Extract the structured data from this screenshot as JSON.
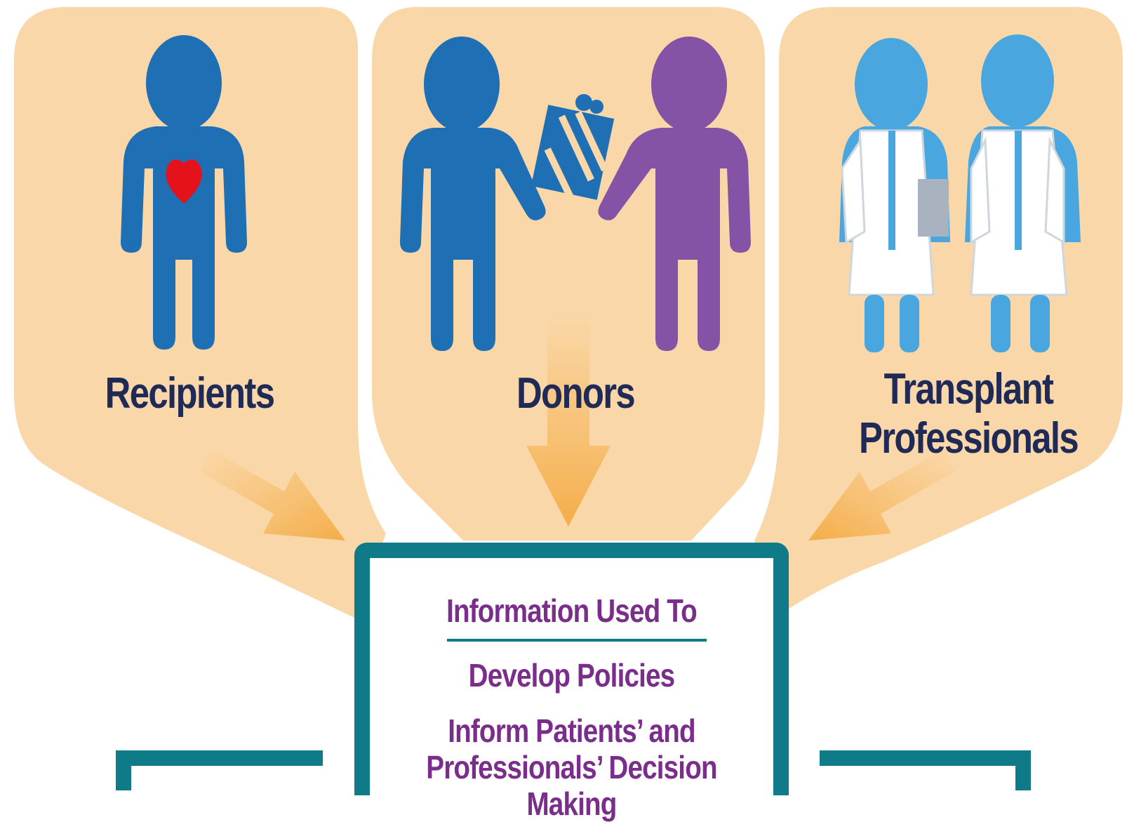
{
  "groups": {
    "recipients": "Recipients",
    "donors": "Donors",
    "transplant_line1": "Transplant",
    "transplant_line2": "Professionals"
  },
  "info_box": {
    "heading": "Information Used To",
    "item1": "Develop Policies",
    "item2_line1": "Inform Patients’ and",
    "item2_line2": "Professionals’ Decision Making"
  },
  "colors": {
    "panel": "#fad7a8",
    "arrow": "#f6b75c",
    "person_blue": "#1e6fb4",
    "person_purple": "#8553a6",
    "professional_blue": "#4aa6de",
    "heart": "#e3121b",
    "box_border": "#0f7a88",
    "label_text": "#1f2a56",
    "box_text": "#7b2d8b"
  }
}
